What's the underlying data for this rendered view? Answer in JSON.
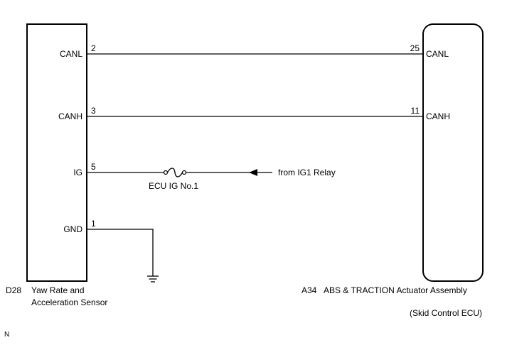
{
  "left_component": {
    "code": "D28",
    "name_line1": "Yaw Rate and",
    "name_line2": "Acceleration Sensor"
  },
  "right_component": {
    "code": "A34",
    "name": "ABS & TRACTION Actuator Assembly",
    "subname": "(Skid Control ECU)"
  },
  "connections": [
    {
      "left_label": "CANL",
      "left_pin": "2",
      "right_pin": "25",
      "right_label": "CANL"
    },
    {
      "left_label": "CANH",
      "left_pin": "3",
      "right_pin": "11",
      "right_label": "CANH"
    }
  ],
  "ig_line": {
    "label": "IG",
    "pin": "5",
    "fuse": "ECU IG No.1",
    "source": "from IG1 Relay"
  },
  "gnd_line": {
    "label": "GND",
    "pin": "1"
  },
  "corner_mark": "N"
}
